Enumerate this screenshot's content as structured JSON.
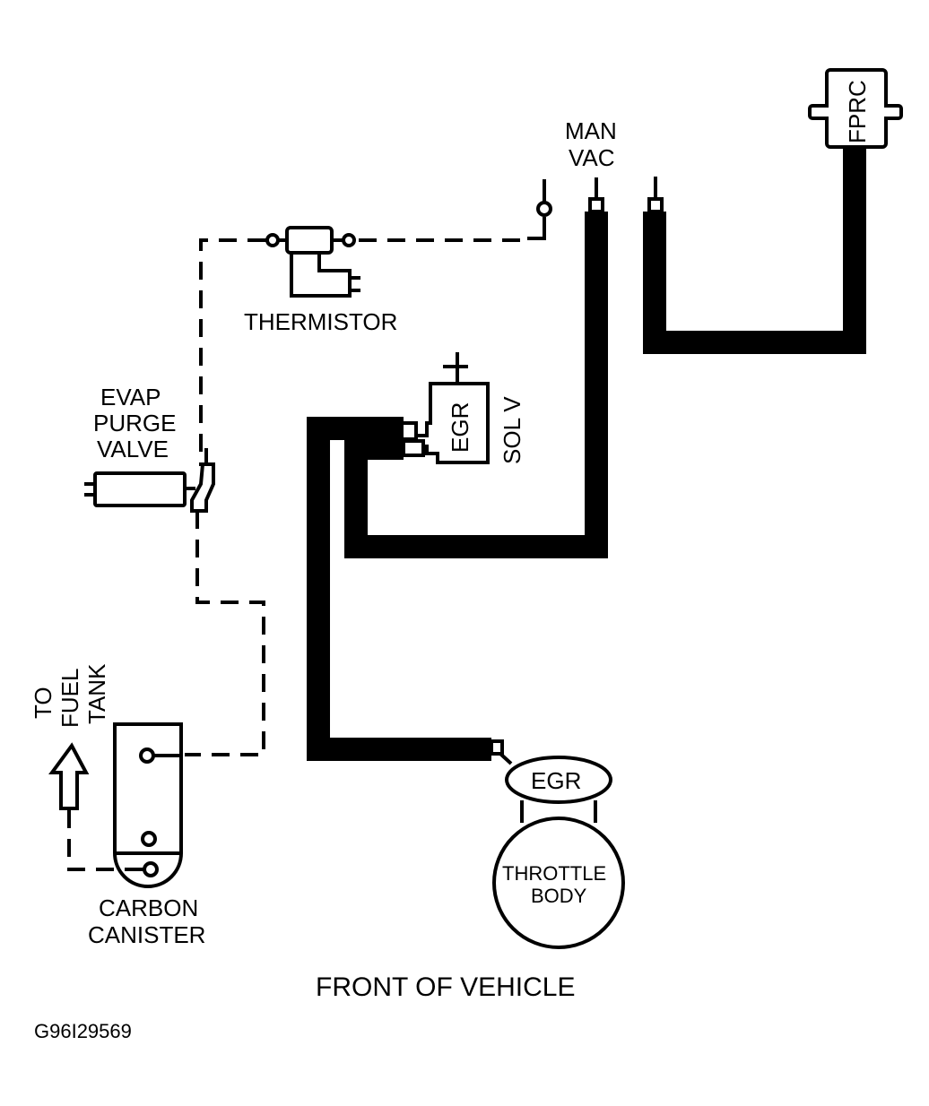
{
  "diagram": {
    "labels": {
      "fprc": "FPRC",
      "man_vac_line1": "MAN",
      "man_vac_line2": "VAC",
      "thermistor": "THERMISTOR",
      "egr_sol_v_body": "EGR",
      "egr_sol_v_side": "SOL V",
      "egr_sol_v_terminal": "+",
      "evap_line1": "EVAP",
      "evap_line2": "PURGE",
      "evap_line3": "VALVE",
      "to_fuel_tank_line1": "TO",
      "to_fuel_tank_line2": "FUEL",
      "to_fuel_tank_line3": "TANK",
      "carbon_line1": "CARBON",
      "carbon_line2": "CANISTER",
      "egr_valve": "EGR",
      "throttle_line1": "THROTTLE",
      "throttle_line2": "BODY",
      "front_of_vehicle": "FRONT OF VEHICLE",
      "figure_id": "G96I29569"
    },
    "line_colors": {
      "ink": "#000000",
      "background": "#ffffff"
    }
  }
}
